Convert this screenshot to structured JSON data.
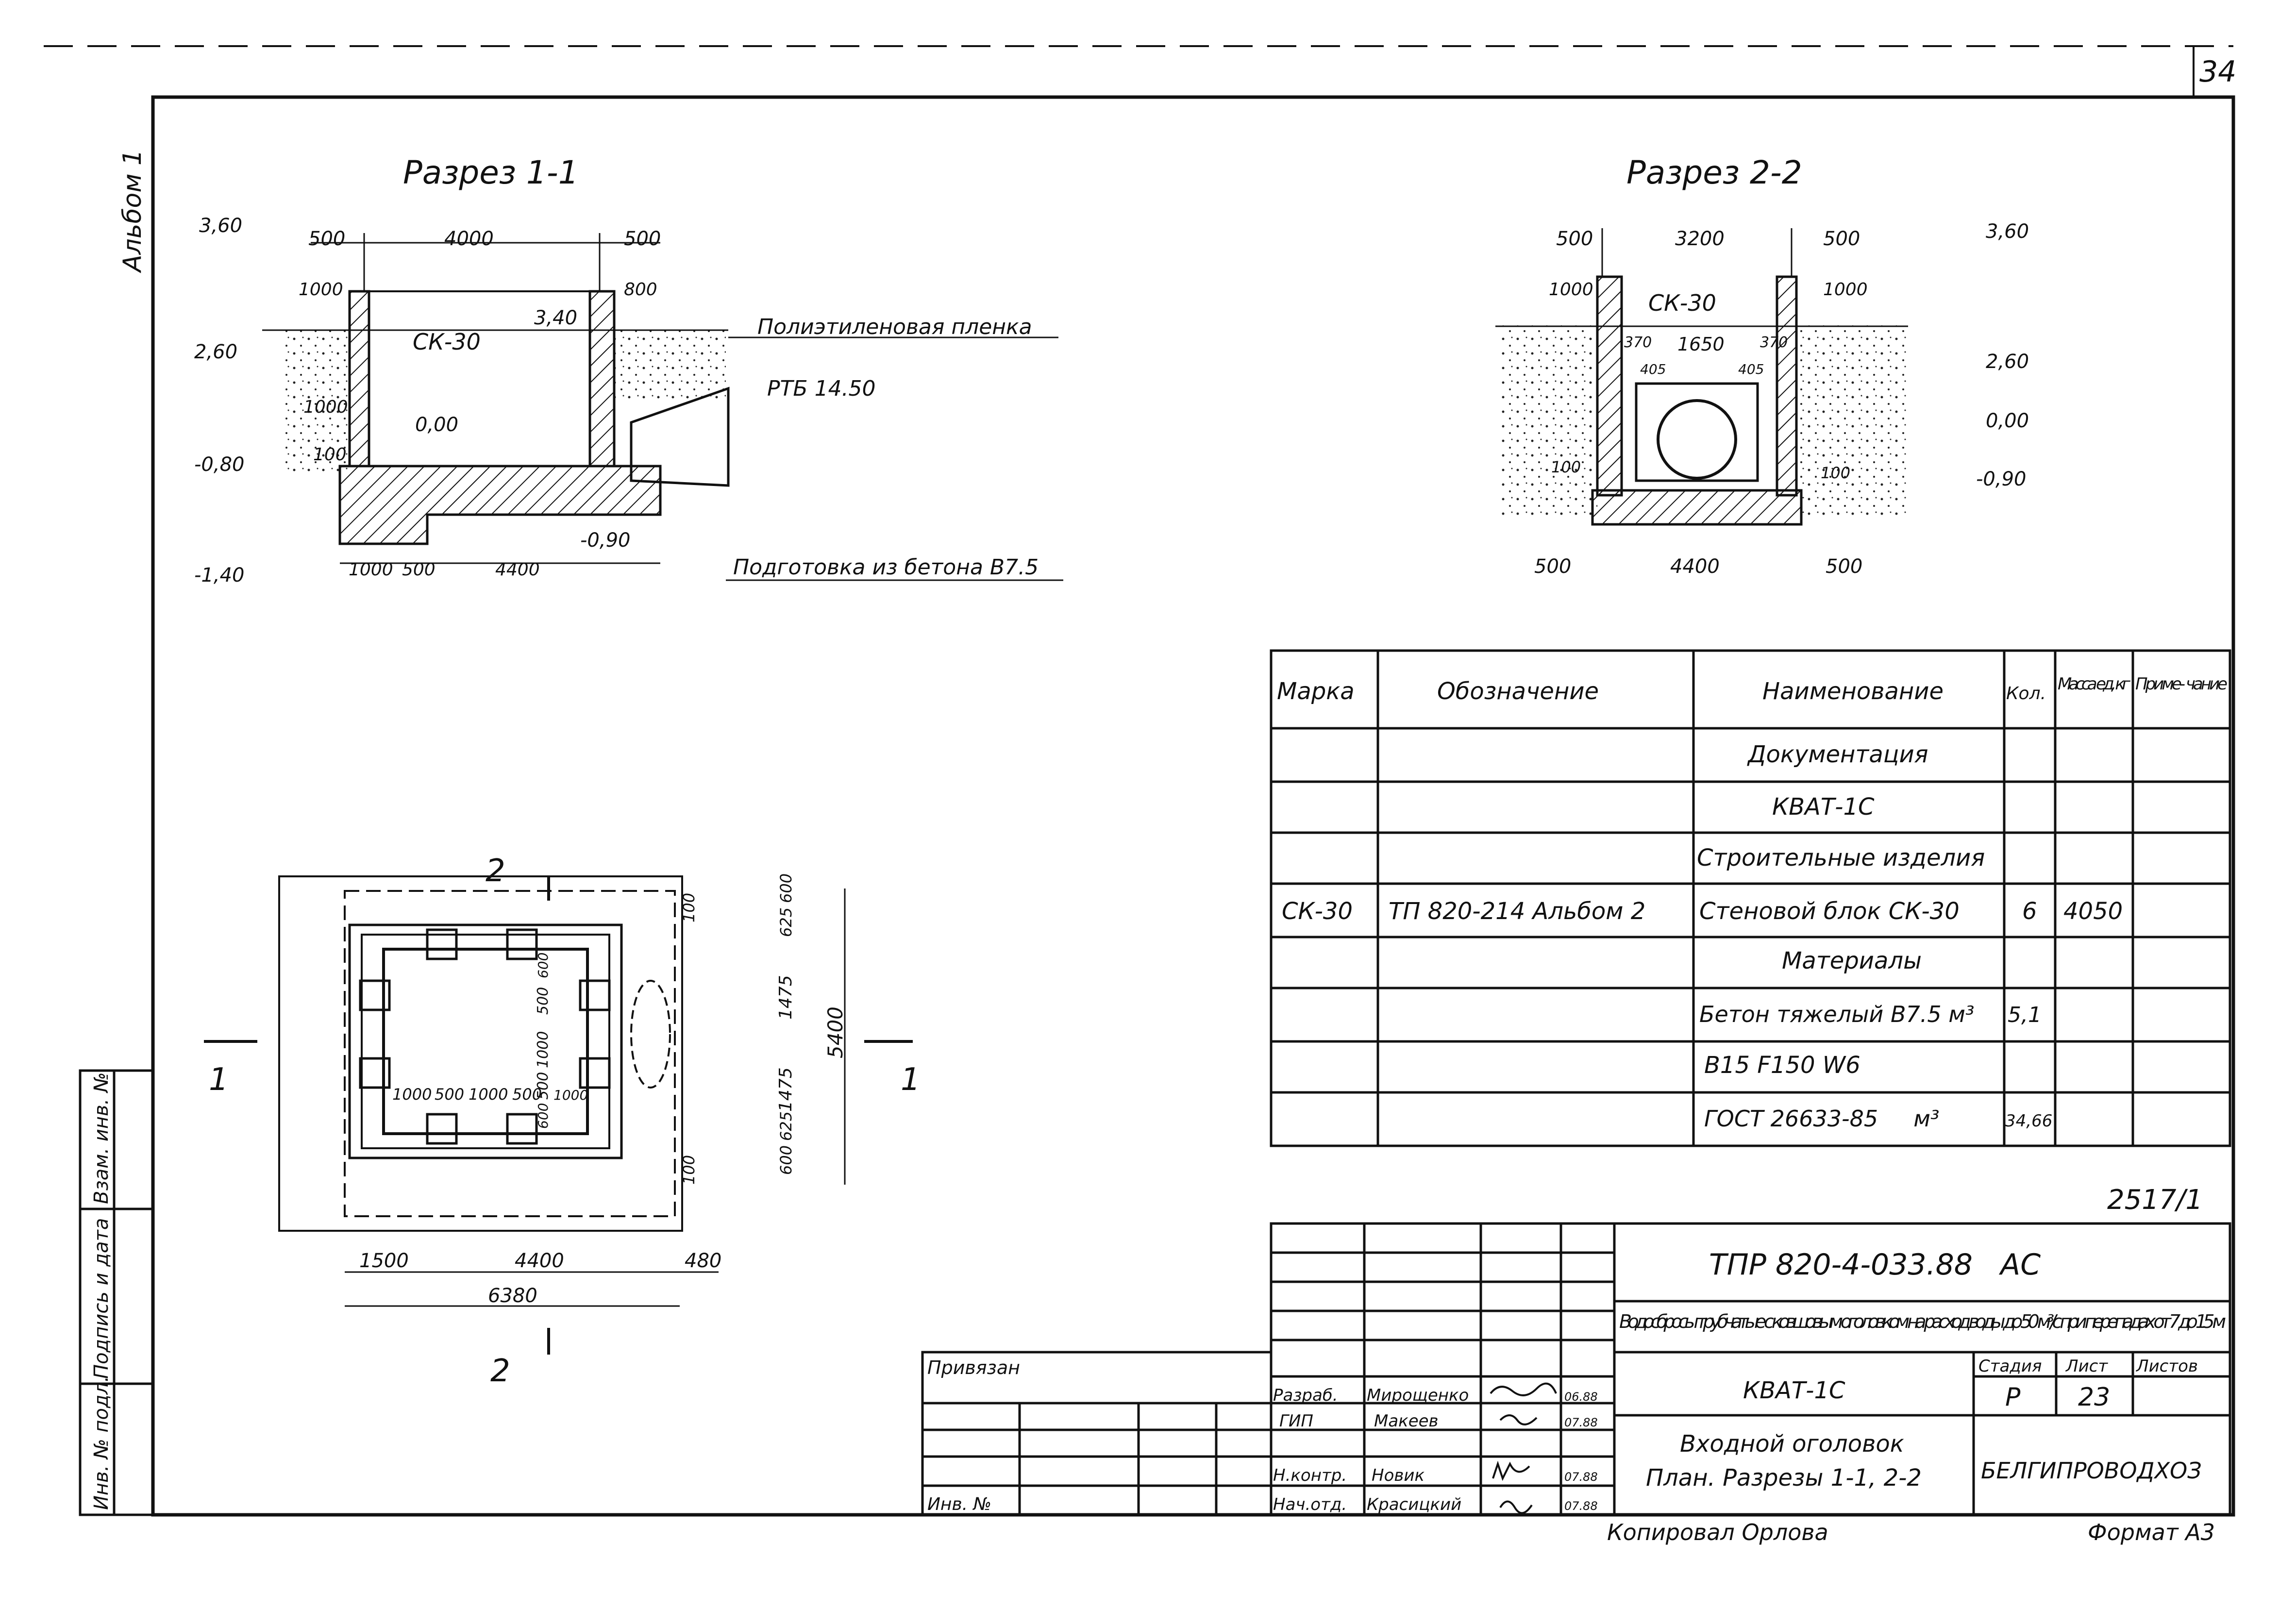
{
  "sheet_number": "34",
  "album": "Альбом 1",
  "section_1": {
    "title": "Разрез 1-1",
    "levels": [
      "3,60",
      "2,60",
      "-0,80",
      "-1,40",
      "3,40",
      "0,00",
      "-0,90"
    ],
    "dims_top": [
      "500",
      "4000",
      "500"
    ],
    "dims_side": [
      "1000",
      "800",
      "1000",
      "100"
    ],
    "dims_bottom": [
      "1000",
      "500",
      "4400"
    ],
    "block": "СК-30",
    "callouts": [
      "Полиэтиленовая пленка",
      "РТБ 14.50",
      "Подготовка из бетона В7.5"
    ]
  },
  "section_2": {
    "title": "Разрез 2-2",
    "levels": [
      "3,60",
      "2,60",
      "0,00",
      "-0,90"
    ],
    "dims_top": [
      "500",
      "3200",
      "500"
    ],
    "dims_side": [
      "1000",
      "1000",
      "100",
      "100"
    ],
    "dims_inner": [
      "370",
      "1650",
      "370",
      "405",
      "405"
    ],
    "dims_bottom": [
      "500",
      "4400",
      "500"
    ],
    "block": "СК-30"
  },
  "plan": {
    "cut_labels": [
      "2",
      "1",
      "1",
      "2"
    ],
    "dims_right": [
      "100",
      "625",
      "600",
      "1475",
      "1475",
      "600",
      "625",
      "100",
      "5400"
    ],
    "dims_inner": [
      "1000",
      "500",
      "1000",
      "500",
      "500",
      "1000",
      "500",
      "600",
      "600",
      "1000"
    ],
    "dims_bottom": [
      "1500",
      "4400",
      "480",
      "6380"
    ]
  },
  "spec_table": {
    "headers": [
      "Марка",
      "Обозначение",
      "Наименование",
      "Кол.",
      "Масса ед, кг",
      "Приме- чание"
    ],
    "rows": [
      [
        "",
        "",
        "Документация",
        "",
        "",
        ""
      ],
      [
        "",
        "",
        "КВАТ-1С",
        "",
        "",
        ""
      ],
      [
        "",
        "",
        "Строительные изделия",
        "",
        "",
        ""
      ],
      [
        "СК-30",
        "ТП 820-214 Альбом 2",
        "Стеновой блок СК-30",
        "6",
        "4050",
        ""
      ],
      [
        "",
        "",
        "Материалы",
        "",
        "",
        ""
      ],
      [
        "",
        "",
        "Бетон тяжелый В7.5 м³",
        "5,1",
        "",
        ""
      ],
      [
        "",
        "",
        "В15 F150 W6",
        "",
        "",
        ""
      ],
      [
        "",
        "",
        "ГОСТ 26633-85     м³",
        "34,66",
        "",
        ""
      ]
    ]
  },
  "title_block": {
    "reg_no": "2517/1",
    "doc_code": "ТПР 820-4-033.88   АС",
    "description": "Водосбросы трубчатые с ковшовым оголовком на расход воды до 50 м³/с при перепадах от 7 до 15 м",
    "object": "КВАТ-1С",
    "sheet_title_1": "Входной оголовок",
    "sheet_title_2": "План. Разрезы 1-1, 2-2",
    "stage_label": "Стадия",
    "sheet_label": "Лист",
    "sheets_label": "Листов",
    "stage": "Р",
    "sheet": "23",
    "org": "БЕЛГИПРОВОДХОЗ",
    "privyazan": "Привязан",
    "inv_no": "Инв. №",
    "roles": [
      "Разраб.",
      "ГИП",
      "Н.контр.",
      "Нач.отд."
    ],
    "names": [
      "Мирощенко",
      "Макеев",
      "Новик",
      "Красицкий"
    ],
    "dates": [
      "06.88",
      "07.88",
      "07.88",
      "07.88"
    ]
  },
  "side_stamp": [
    "Взам. инв. №",
    "Подпись и дата",
    "Инв. № подл."
  ],
  "footer_left": "Копировал Орлова",
  "footer_right": "Формат А3"
}
